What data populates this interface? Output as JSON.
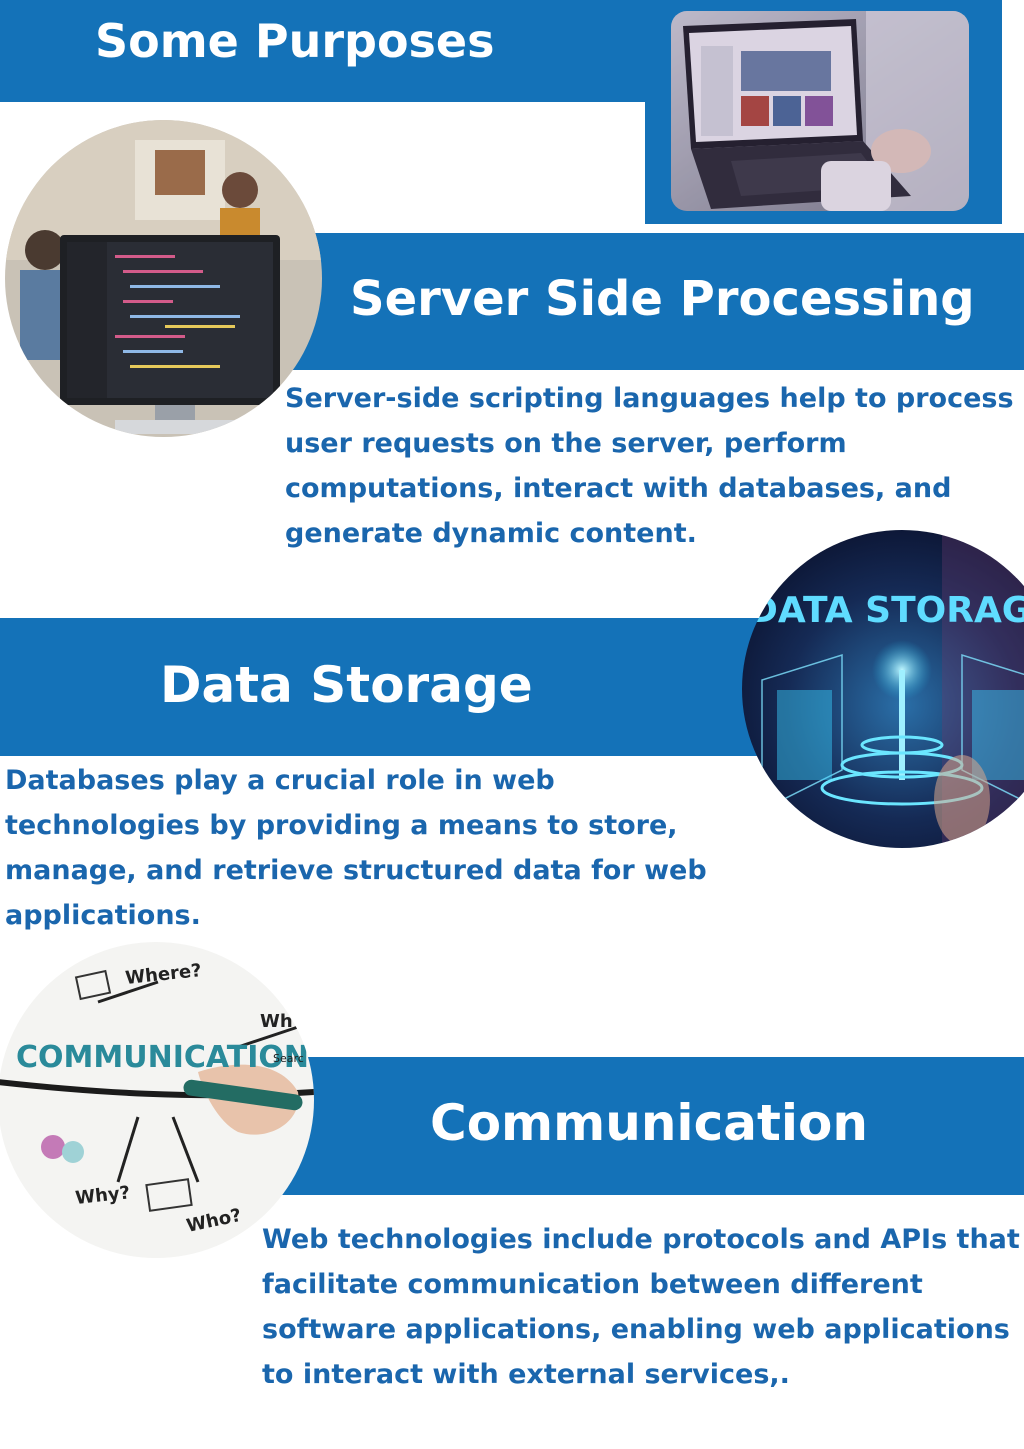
{
  "colors": {
    "band": "#1472b8",
    "heading_text": "#ffffff",
    "body_text": "#1a66ad",
    "background": "#ffffff"
  },
  "header": {
    "title": "Some Purposes"
  },
  "sections": [
    {
      "id": "server",
      "heading": "Server Side Processing",
      "body": "Server-side scripting languages  help to process user requests on the server, perform computations, interact with databases, and generate dynamic content.",
      "image": "code-monitor-photo"
    },
    {
      "id": "storage",
      "heading": "Data Storage",
      "body": "Databases play a crucial role in web technologies by providing a means to store, manage, and retrieve structured data for web applications.",
      "image": "data-storage-photo",
      "image_text": "DATA STORAGE"
    },
    {
      "id": "communication",
      "heading": "Communication",
      "body": "Web technologies include protocols and APIs that facilitate communication between different software applications, enabling web applications to interact with external services,.",
      "image": "communication-whiteboard-photo",
      "image_words": [
        "COMMUNICATION",
        "Where?",
        "Why?",
        "Who?",
        "Wh",
        "Searc"
      ]
    }
  ],
  "header_image": "laptop-photo"
}
